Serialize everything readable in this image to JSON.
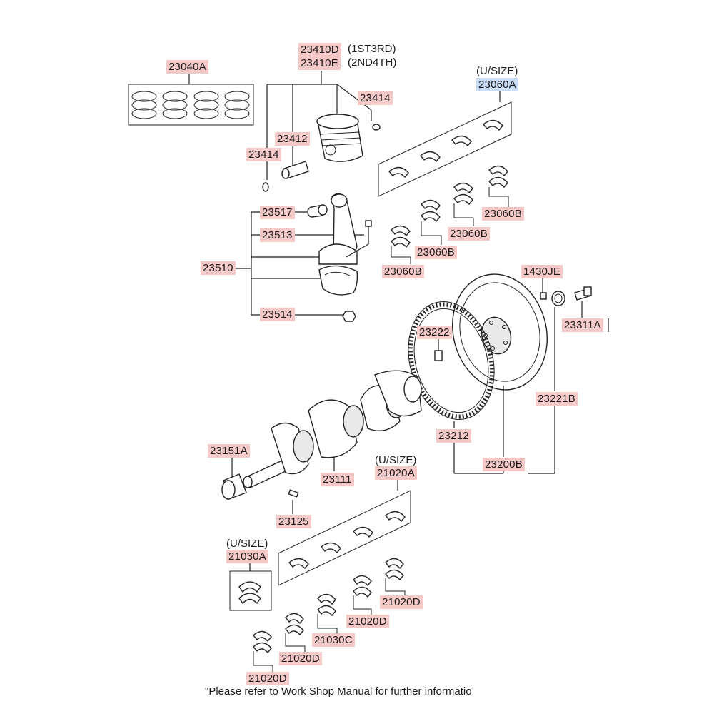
{
  "callouts": {
    "c23040A": "23040A",
    "c23410D": "23410D",
    "c23410E": "23410E",
    "c23414_top": "23414",
    "c23412": "23412",
    "c23414_left": "23414",
    "c23060A": "23060A",
    "c23517": "23517",
    "c23513": "23513",
    "c23510": "23510",
    "c23514": "23514",
    "c23060B_1": "23060B",
    "c23060B_2": "23060B",
    "c23060B_3": "23060B",
    "c23060B_4": "23060B",
    "c1430JE": "1430JE",
    "c23311A": "23311A",
    "c23222": "23222",
    "c23221B": "23221B",
    "c23212": "23212",
    "c23200B": "23200B",
    "c23151A": "23151A",
    "c23111": "23111",
    "c21020A": "21020A",
    "c23125": "23125",
    "c21030A": "21030A",
    "c21020D_1": "21020D",
    "c21020D_2": "21020D",
    "c21030C": "21030C",
    "c21020D_3": "21020D",
    "c21020D_4": "21020D"
  },
  "notes": {
    "n1st3rd": "(1ST3RD)",
    "n2nd4th": "(2ND4TH)",
    "usize_top": "(U/SIZE)",
    "usize_mid": "(U/SIZE)",
    "usize_left": "(U/SIZE)"
  },
  "footer": "\"Please refer to Work Shop Manual for further informatio",
  "colors": {
    "callout_bg": "#f6c9c9",
    "selected_callout_bg": "#c8dcf7",
    "line": "#222222"
  }
}
